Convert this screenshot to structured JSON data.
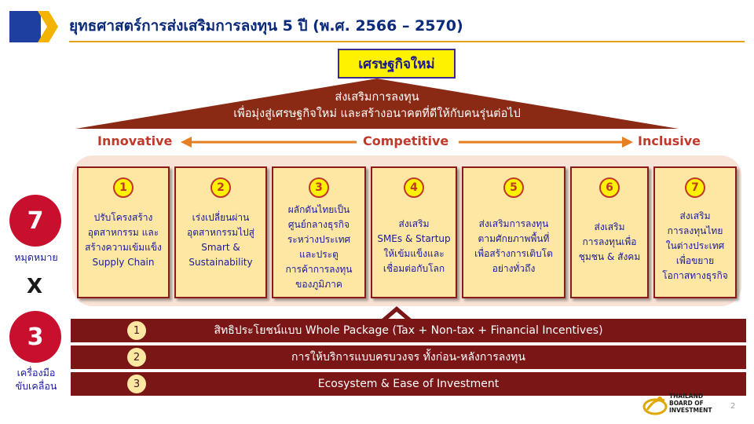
{
  "title": "ยุทธศาสตร์การส่งเสริมการลงทุน 5 ปี (พ.ศ. 2566 – 2570)",
  "roof": {
    "label": "เศรษฐกิจใหม่",
    "line1": "ส่งเสริมการลงทุน",
    "line2": "เพื่อมุ่งสู่เศรษฐกิจใหม่ และสร้างอนาคตที่ดีให้กับคนรุ่นต่อไป"
  },
  "axis": {
    "left": "Innovative",
    "center": "Competitive",
    "right": "Inclusive"
  },
  "pillars": [
    {
      "num": "1",
      "lines": [
        "ปรับโครงสร้าง",
        "อุตสาหกรรม และ",
        "สร้างความเข้มแข็ง",
        "Supply Chain"
      ]
    },
    {
      "num": "2",
      "lines": [
        "เร่งเปลี่ยนผ่าน",
        "อุตสาหกรรมไปสู่",
        "Smart &",
        "Sustainability"
      ]
    },
    {
      "num": "3",
      "lines": [
        "ผลักดันไทยเป็น",
        "ศูนย์กลางธุรกิจ",
        "ระหว่างประเทศ",
        "และประตู",
        "การค้าการลงทุน",
        "ของภูมิภาค"
      ]
    },
    {
      "num": "4",
      "lines": [
        "ส่งเสริม",
        "SMEs & Startup",
        "ให้เข้มแข็งและ",
        "เชื่อมต่อกับโลก"
      ]
    },
    {
      "num": "5",
      "lines": [
        "ส่งเสริมการลงทุน",
        "ตามศักยภาพพื้นที่",
        "เพื่อสร้างการเติบโต",
        "อย่างทั่วถึง"
      ]
    },
    {
      "num": "6",
      "lines": [
        "ส่งเสริม",
        "การลงทุนเพื่อ",
        "ชุมชน & สังคม"
      ]
    },
    {
      "num": "7",
      "lines": [
        "ส่งเสริม",
        "การลงทุนไทย",
        "ในต่างประเทศ",
        "เพื่อขยาย",
        "โอกาสทางธุรกิจ"
      ]
    }
  ],
  "goals": {
    "count": "7",
    "label": "หมุดหมาย"
  },
  "times": "X",
  "tools": {
    "count": "3",
    "label1": "เครื่องมือ",
    "label2": "ขับเคลื่อน",
    "bars": [
      {
        "num": "1",
        "text": "สิทธิประโยชน์แบบ Whole Package  (Tax + Non-tax + Financial Incentives)"
      },
      {
        "num": "2",
        "text": "การให้บริการแบบครบวงจร ทั้งก่อน-หลังการลงทุน"
      },
      {
        "num": "3",
        "text": "Ecosystem & Ease of Investment"
      }
    ]
  },
  "brand": {
    "line1": "THAILAND",
    "line2": "BOARD OF",
    "line3": "INVESTMENT"
  },
  "page_number": "2",
  "colors": {
    "dark_red": "#7a1616",
    "brown_roof": "#8b2a14",
    "pillar_fill": "#fde7a2",
    "yellow": "#fff200",
    "accent_red": "#c8102e",
    "navy": "#0b2a7a"
  }
}
